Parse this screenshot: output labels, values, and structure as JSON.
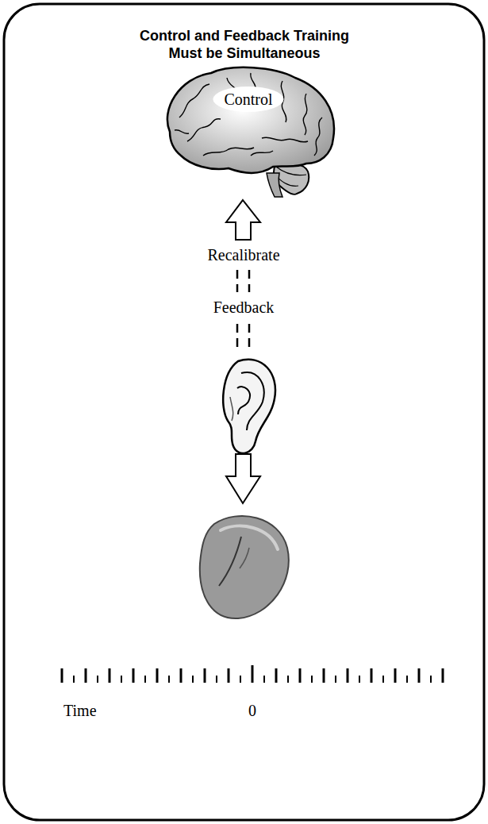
{
  "diagram": {
    "title": "Control and Feedback Training Must be Simultaneous",
    "nodes": [
      {
        "text": [
          "Control"
        ]
      }
    ],
    "labels": [
      "Recalibrate",
      "Feedback",
      "Time",
      "0"
    ]
  }
}
